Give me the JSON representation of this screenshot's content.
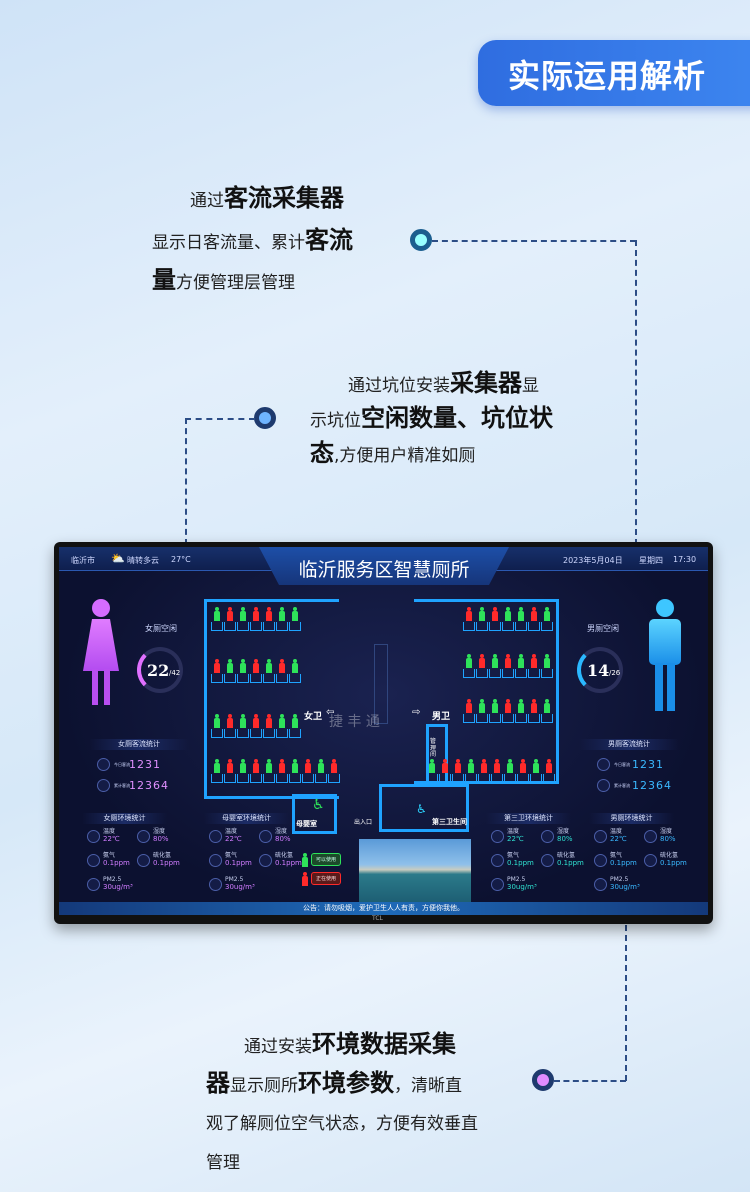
{
  "badge": "实际运用解析",
  "callouts": {
    "c1": {
      "l1a": "通过",
      "l1b": "客流采集器",
      "l2a": "显示日客流量、累计",
      "l2b": "客流",
      "l3a": "量",
      "l3b": "方便管理层管理"
    },
    "c2": {
      "l1a": "通过坑位安装",
      "l1b": "采集器",
      "l1c": "显",
      "l2a": "示坑位",
      "l2b": "空闲数量、坑位状",
      "l3a": "态",
      "l3b": ",方便用户精准如厕"
    },
    "c3": {
      "l1a": "通过安装",
      "l1b": "环境数据采集",
      "l2a": "器",
      "l2b": "显示厕所",
      "l2c": "环境参数",
      "l2d": "，清晰直",
      "l3": "观了解厕位空气状态，方便有效垂直",
      "l4": "管理"
    }
  },
  "screen": {
    "city": "临沂市",
    "weather": "晴转多云",
    "temp": "27°C",
    "title": "临沂服务区智慧厕所",
    "date": "2023年5月04日",
    "weekday": "星期四",
    "time": "17:30",
    "women": {
      "label": "女厕空闲",
      "free": "22",
      "total": "/42",
      "flow_title": "女厕客流统计",
      "today_label": "今日客流",
      "today": "1231",
      "total_label": "累计客流",
      "cumulative": "12364"
    },
    "men": {
      "label": "男厕空闲",
      "free": "14",
      "total": "/26",
      "flow_title": "男厕客流统计",
      "today_label": "今日客流",
      "today": "1231",
      "total_label": "累计客流",
      "cumulative": "12364"
    },
    "env_panels": [
      {
        "title": "女厕环境统计",
        "temp_l": "温度",
        "temp": "22℃",
        "hum_l": "湿度",
        "hum": "80%",
        "nh3_l": "氨气",
        "nh3": "0.1ppm",
        "h2s_l": "硫化氢",
        "h2s": "0.1ppm",
        "pm_l": "PM2.5",
        "pm": "30ug/m³"
      },
      {
        "title": "母婴室环境统计",
        "temp_l": "温度",
        "temp": "22℃",
        "hum_l": "湿度",
        "hum": "80%",
        "nh3_l": "氨气",
        "nh3": "0.1ppm",
        "h2s_l": "硫化氢",
        "h2s": "0.1ppm",
        "pm_l": "PM2.5",
        "pm": "30ug/m³"
      },
      {
        "title": "第三卫环境统计",
        "temp_l": "温度",
        "temp": "22℃",
        "hum_l": "湿度",
        "hum": "80%",
        "nh3_l": "氨气",
        "nh3": "0.1ppm",
        "h2s_l": "硫化氢",
        "h2s": "0.1ppm",
        "pm_l": "PM2.5",
        "pm": "30ug/m³"
      },
      {
        "title": "男厕环境统计",
        "temp_l": "温度",
        "temp": "22℃",
        "hum_l": "湿度",
        "hum": "80%",
        "nh3_l": "氨气",
        "nh3": "0.1ppm",
        "h2s_l": "硫化氢",
        "h2s": "0.1ppm",
        "pm_l": "PM2.5",
        "pm": "30ug/m³"
      }
    ],
    "plan": {
      "women": "女卫",
      "men": "男卫",
      "mgmt": "管理间",
      "baby": "母婴室",
      "entrance": "出入口",
      "third": "第三卫生间",
      "watermark": "捷 丰 通",
      "women_rows": [
        "grgrrgg",
        "rggrgrg",
        "grgrrgg",
        "grgrgrgrgr"
      ],
      "men_rows": [
        "rgrggrg",
        "grgrgrg",
        "rggrgrg",
        "grrgrrgrgr"
      ]
    },
    "legend": {
      "free": "可以使用",
      "busy": "正在使用"
    },
    "notice": "公告：请勿吸烟，爱护卫生人人有责，方便你我他。",
    "brand": "TCL"
  },
  "colors": {
    "free": "#2ee25a",
    "busy": "#ff2a2a",
    "women": "#e070ff",
    "men": "#2bb8ff"
  }
}
